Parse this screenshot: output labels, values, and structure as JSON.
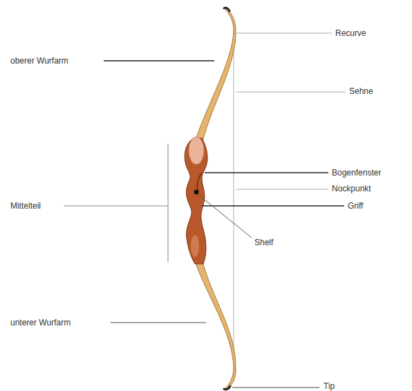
{
  "diagram": {
    "labels": [
      "Recurve",
      "oberer Wurfarm",
      "Sehne",
      "Bogenfenster",
      "Nockpunkt",
      "Mittelteil",
      "Griff",
      "Shelf",
      "unterer Wurfarm",
      "Tip"
    ]
  }
}
